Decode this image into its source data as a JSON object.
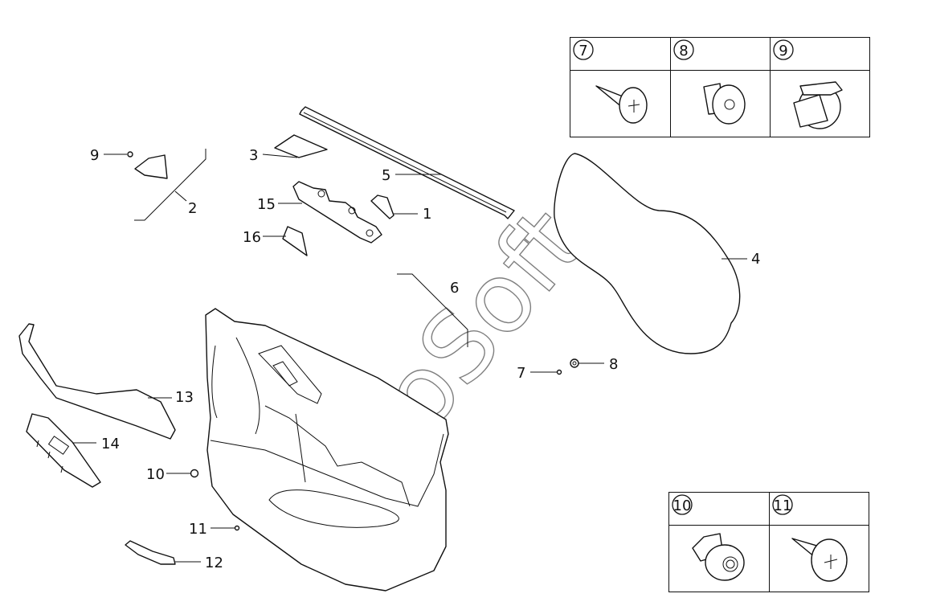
{
  "callouts": {
    "c1": "1",
    "c2": "2",
    "c3": "3",
    "c4": "4",
    "c5": "5",
    "c6": "6",
    "c7": "7",
    "c8": "8",
    "c9": "9",
    "c10": "10",
    "c11": "11",
    "c12": "12",
    "c13": "13",
    "c14": "14",
    "c15": "15",
    "c16": "16"
  },
  "detail_boxes": {
    "top": [
      "7",
      "8",
      "9"
    ],
    "bottom": [
      "10",
      "11"
    ]
  },
  "watermark": "AutoSoft"
}
